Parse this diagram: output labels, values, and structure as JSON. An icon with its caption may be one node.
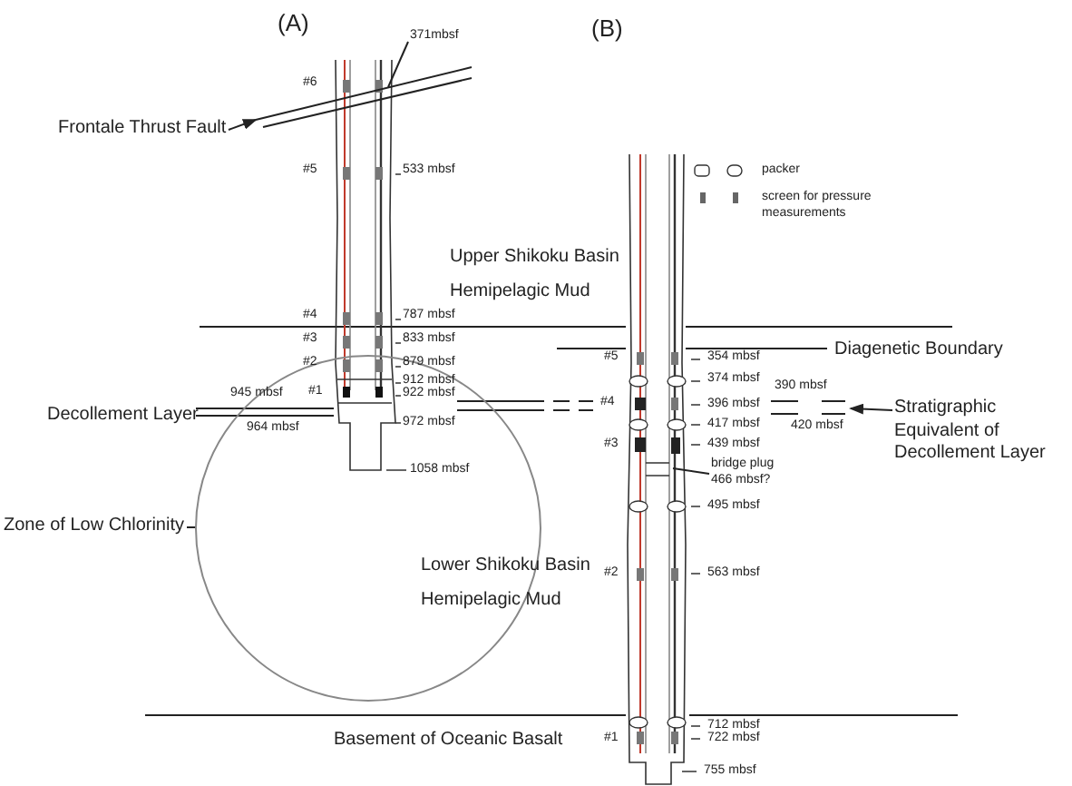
{
  "diagram": {
    "nodes": [
      {
        "text": [
          "Frontale Thrust Fault"
        ]
      },
      {
        "text": [
          "371mbsf"
        ]
      },
      {
        "text": [],
        "shape": "circle"
      },
      {
        "text": [
          "Zone of Low Chlorinity"
        ]
      },
      {
        "text": [
          "Stratigraphic Equivalent of Decollement Layer"
        ]
      },
      {
        "text": [
          "bridge plug 466 mbsf?"
        ]
      },
      {
        "text": [],
        "shape": "line"
      },
      {
        "text": [],
        "shape": "line"
      }
    ],
    "edges": [
      {
        "from": 0,
        "to": 6,
        "arrow": "to"
      },
      {
        "from": 1,
        "to": 6,
        "arrow": "none"
      },
      {
        "from": 3,
        "to": 2,
        "arrow": "none"
      },
      {
        "from": 4,
        "to": 7,
        "arrow": "to"
      },
      {
        "from": 5,
        "to": null,
        "arrow": "none"
      }
    ],
    "labels": [
      "(A)",
      "(B)",
      "#6",
      "#5",
      "533 mbsf",
      "Upper Shikoku Basin Hemipelagic Mud",
      "#4",
      "787 mbsf",
      "#3",
      "833 mbsf",
      "#2",
      "879 mbsf",
      "912 mbsf",
      "945 mbsf",
      "#1",
      "922 mbsf",
      "Decollement Layer",
      "964 mbsf",
      "972 mbsf",
      "1058 mbsf",
      "Lower Shikoku Basin Hemipelagic Mud",
      "Basement of Oceanic Basalt",
      "#5",
      "354 mbsf",
      "Diagenetic Boundary",
      "374 mbsf",
      "390 mbsf",
      "#4",
      "396 mbsf",
      "417 mbsf",
      "420 mbsf",
      "#3",
      "439 mbsf",
      "495 mbsf",
      "#2",
      "563 mbsf",
      "712 mbsf",
      "#1",
      "722 mbsf",
      "755 mbsf"
    ],
    "legend": [
      {
        "text": "packer"
      },
      {
        "text": "screen for pressure measurements"
      }
    ]
  }
}
